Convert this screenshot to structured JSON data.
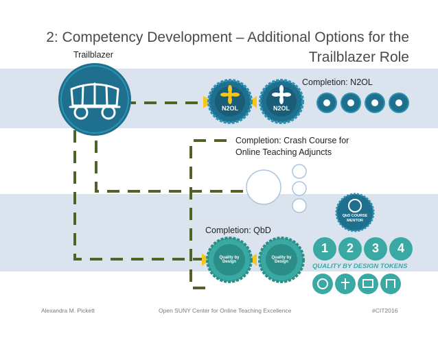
{
  "slide": {
    "title_line1": "2: Competency Development – Additional Options for the",
    "title_line2": "Trailblazer Role",
    "role_label": "Trailblazer",
    "completion_n2ol": "Completion: N2OL",
    "completion_crash_line1": "Completion: Crash Course for",
    "completion_crash_line2": "Online Teaching Adjuncts",
    "completion_qbd": "Completion: QbD",
    "badge_n2ol_text": "N2OL",
    "qbd_seal_text": "Quality by Design",
    "qbd_tokens_label": "QUALITY BY DESIGN TOKENS",
    "qbd_tokens_numbers": [
      "1",
      "2",
      "3",
      "4"
    ],
    "mentor_badge_line1": "QbD COURSE",
    "mentor_badge_line2": "MENTOR",
    "footer_author": "Alexandra M. Pickett",
    "footer_org": "Open SUNY Center for Online Teaching Excellence",
    "footer_tag": "#CIT2016"
  },
  "colors": {
    "band": "#dbe4ee",
    "teal": "#1f6f8f",
    "teal_light": "#2d93b3",
    "dash": "#4f6228",
    "yellow": "#f5c518",
    "token_teal": "#3aa9a4"
  },
  "icons": [
    "covered-wagon-icon",
    "n2ol-flower-icon",
    "qbd-star-icon",
    "hand-icon",
    "certificate-icon"
  ]
}
